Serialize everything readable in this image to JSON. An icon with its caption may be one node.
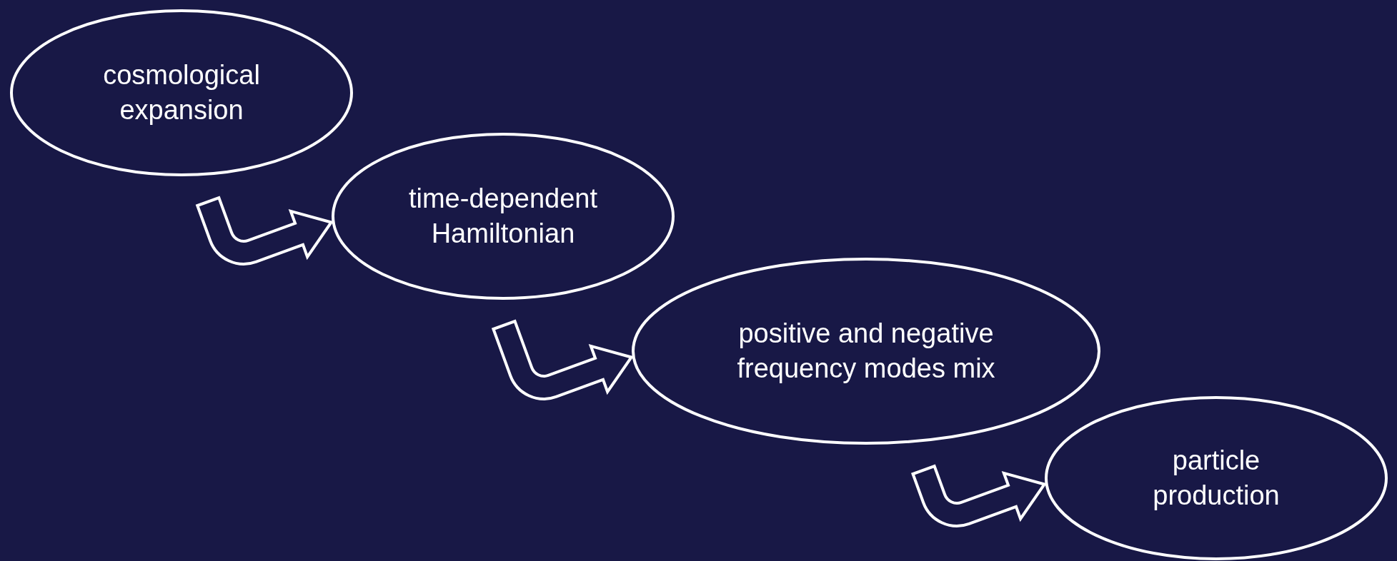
{
  "diagram": {
    "nodes": [
      {
        "text": [
          "cosmological expansion"
        ]
      },
      {
        "text": [
          "time-dependent Hamiltonian"
        ]
      },
      {
        "text": [
          "positive and negative frequency modes mix"
        ]
      },
      {
        "text": [
          "particle production"
        ]
      }
    ],
    "edges": [
      {
        "from": 0,
        "to": 1,
        "arrow": "to"
      },
      {
        "from": 1,
        "to": 2,
        "arrow": "to"
      },
      {
        "from": 2,
        "to": 3,
        "arrow": "to"
      }
    ]
  }
}
